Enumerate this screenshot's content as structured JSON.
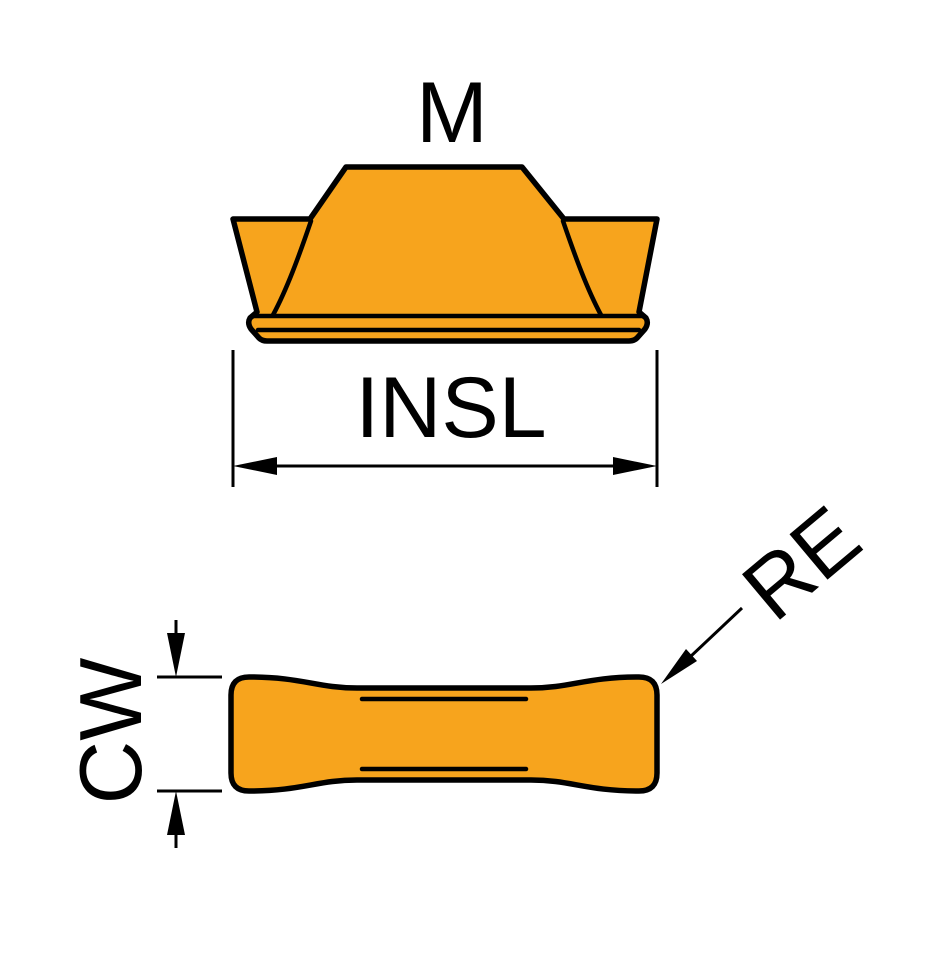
{
  "labels": {
    "shape_code": "M",
    "insert_length": "INSL",
    "cutting_width": "CW",
    "corner_radius": "RE"
  },
  "colors": {
    "insert_fill": "#F7A41D",
    "line": "#000000",
    "background": "#FFFFFF"
  }
}
